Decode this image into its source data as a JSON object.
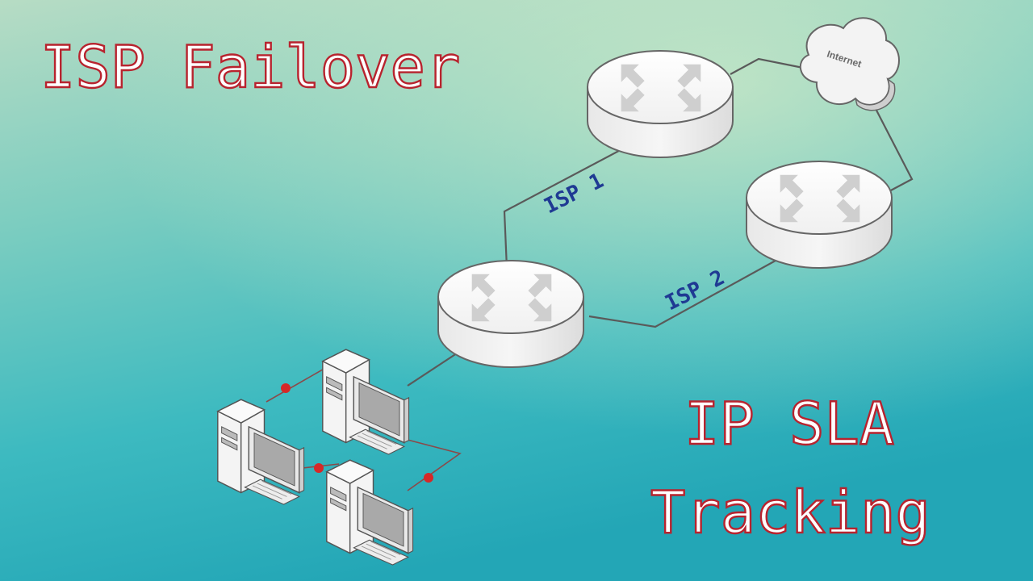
{
  "titles": {
    "top": "ISP Failover",
    "bottom_line1": "IP SLA",
    "bottom_line2": "Tracking"
  },
  "links": {
    "isp1": "ISP 1",
    "isp2": "ISP 2"
  },
  "cloud": {
    "label": "Internet"
  },
  "colors": {
    "title_outline": "#b8232e",
    "title_fill": "#ffffff",
    "isp_label": "#1f3a93",
    "lan_node_dot": "#d62828",
    "background_top": "#9fd3c3",
    "background_bottom": "#2aa9b5"
  }
}
